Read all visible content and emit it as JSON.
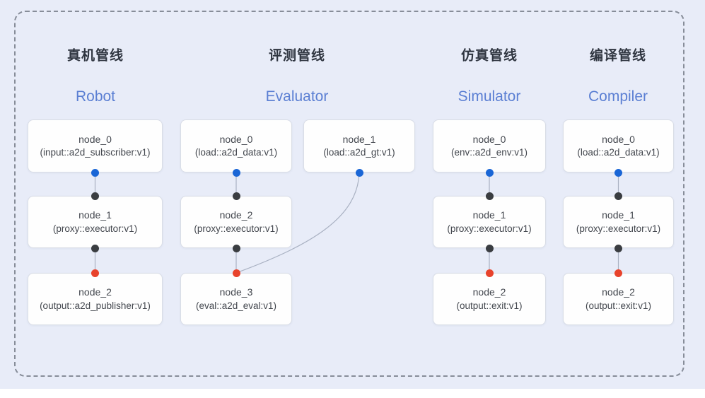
{
  "figure": {
    "panel_background": "#e8ecf8",
    "frame_border_color": "#878d99",
    "edge_color": "#a9b1c2",
    "port_colors": {
      "blue": "#1a66d6",
      "dark": "#3a3d41",
      "red": "#e8432c"
    },
    "title_color": "#2f3540",
    "subtitle_color": "#5b7fd3"
  },
  "pipelines": [
    {
      "id": "robot",
      "title": "真机管线",
      "subtitle": "Robot",
      "nodes": [
        {
          "id": "node_0",
          "label": "node_0",
          "detail": "(input::a2d_subscriber:v1)",
          "row": 0,
          "col": 0,
          "ports": {
            "bottom": "blue"
          }
        },
        {
          "id": "node_1",
          "label": "node_1",
          "detail": "(proxy::executor:v1)",
          "row": 1,
          "col": 0,
          "ports": {
            "top": "dark",
            "bottom": "dark"
          }
        },
        {
          "id": "node_2",
          "label": "node_2",
          "detail": "(output::a2d_publisher:v1)",
          "row": 2,
          "col": 0,
          "ports": {
            "top": "red"
          }
        }
      ],
      "edges": [
        {
          "from": "node_0",
          "to": "node_1",
          "style": "line"
        },
        {
          "from": "node_1",
          "to": "node_2",
          "style": "line"
        }
      ]
    },
    {
      "id": "evaluator",
      "title": "评测管线",
      "subtitle": "Evaluator",
      "nodes": [
        {
          "id": "node_0",
          "label": "node_0",
          "detail": "(load::a2d_data:v1)",
          "row": 0,
          "col": 0,
          "ports": {
            "bottom": "blue"
          }
        },
        {
          "id": "node_1",
          "label": "node_1",
          "detail": "(load::a2d_gt:v1)",
          "row": 0,
          "col": 1,
          "ports": {
            "bottom": "blue"
          }
        },
        {
          "id": "node_2",
          "label": "node_2",
          "detail": "(proxy::executor:v1)",
          "row": 1,
          "col": 0,
          "ports": {
            "top": "dark",
            "bottom": "dark"
          }
        },
        {
          "id": "node_3",
          "label": "node_3",
          "detail": "(eval::a2d_eval:v1)",
          "row": 2,
          "col": 0,
          "ports": {
            "top": "red"
          }
        }
      ],
      "edges": [
        {
          "from": "node_0",
          "to": "node_2",
          "style": "line"
        },
        {
          "from": "node_2",
          "to": "node_3",
          "style": "line"
        },
        {
          "from": "node_1",
          "to": "node_3",
          "style": "curve"
        }
      ]
    },
    {
      "id": "simulator",
      "title": "仿真管线",
      "subtitle": "Simulator",
      "nodes": [
        {
          "id": "node_0",
          "label": "node_0",
          "detail": "(env::a2d_env:v1)",
          "row": 0,
          "col": 0,
          "ports": {
            "bottom": "blue"
          }
        },
        {
          "id": "node_1",
          "label": "node_1",
          "detail": "(proxy::executor:v1)",
          "row": 1,
          "col": 0,
          "ports": {
            "top": "dark",
            "bottom": "dark"
          }
        },
        {
          "id": "node_2",
          "label": "node_2",
          "detail": "(output::exit:v1)",
          "row": 2,
          "col": 0,
          "ports": {
            "top": "red"
          }
        }
      ],
      "edges": [
        {
          "from": "node_0",
          "to": "node_1",
          "style": "line"
        },
        {
          "from": "node_1",
          "to": "node_2",
          "style": "line"
        }
      ]
    },
    {
      "id": "compiler",
      "title": "编译管线",
      "subtitle": "Compiler",
      "nodes": [
        {
          "id": "node_0",
          "label": "node_0",
          "detail": "(load::a2d_data:v1)",
          "row": 0,
          "col": 0,
          "ports": {
            "bottom": "blue"
          }
        },
        {
          "id": "node_1",
          "label": "node_1",
          "detail": "(proxy::executor:v1)",
          "row": 1,
          "col": 0,
          "ports": {
            "top": "dark",
            "bottom": "dark"
          }
        },
        {
          "id": "node_2",
          "label": "node_2",
          "detail": "(output::exit:v1)",
          "row": 2,
          "col": 0,
          "ports": {
            "top": "red"
          }
        }
      ],
      "edges": [
        {
          "from": "node_0",
          "to": "node_1",
          "style": "line"
        },
        {
          "from": "node_1",
          "to": "node_2",
          "style": "line"
        }
      ]
    }
  ]
}
